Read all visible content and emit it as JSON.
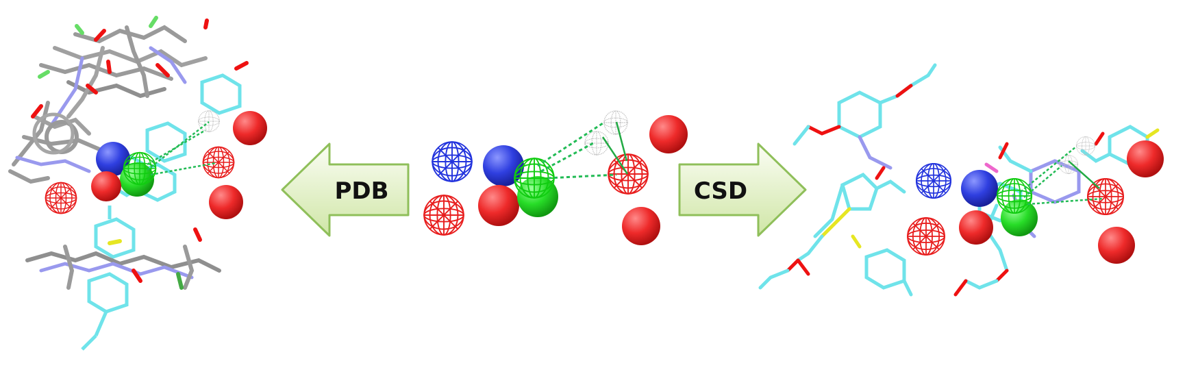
{
  "arrows": {
    "left": {
      "label": "PDB",
      "direction": "left"
    },
    "right": {
      "label": "CSD",
      "direction": "right"
    }
  },
  "colors": {
    "arrow_fill_light": "#f3f9e6",
    "arrow_fill_dark": "#cfe6a6",
    "arrow_stroke": "#8fbf5a",
    "hydrogen_bond_donor_acceptor_blue": "#2f3fe0",
    "acceptor_red": "#e81e1e",
    "hydrophobic_green": "#22dd22",
    "exclusion_white": "#d8d8d8",
    "carbon_grey": "#9a9a9a",
    "carbon_cyan": "#6fe3ea",
    "nitrogen_lavender": "#9999ee",
    "oxygen_red": "#ee1111",
    "fluorine_green": "#66dd66",
    "sulfur_yellow": "#e6e622"
  },
  "panels": {
    "left": {
      "name": "pdb-aligned-ligands"
    },
    "center": {
      "name": "pharmacophore-query"
    },
    "right": {
      "name": "csd-aligned-molecules"
    }
  }
}
